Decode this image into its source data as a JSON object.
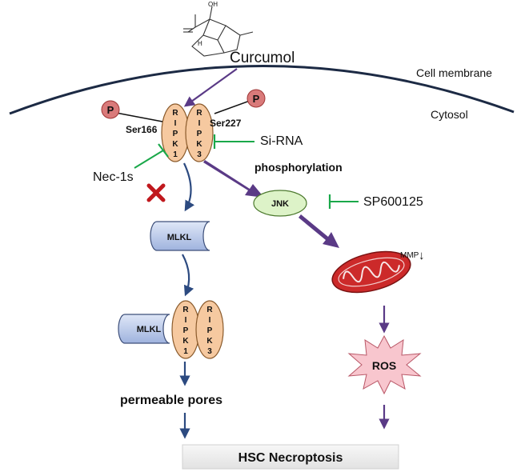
{
  "compound": {
    "name": "Curcumol",
    "structure_oh_label": "OH",
    "structure_h_label": "H"
  },
  "compartments": {
    "membrane": "Cell membrane",
    "cytosol": "Cytosol"
  },
  "ripk_complex": {
    "ripk1_letters": [
      "R",
      "I",
      "P",
      "K",
      "1"
    ],
    "ripk3_letters": [
      "R",
      "I",
      "P",
      "K",
      "3"
    ],
    "ripk1_site": "Ser166",
    "ripk3_site": "Ser227",
    "phospho_symbol": "P"
  },
  "inhibitors": {
    "nec1s": "Nec-1s",
    "sirna": "Si-RNA",
    "sp600125": "SP600125"
  },
  "phosphorylation_label": "phosphorylation",
  "jnk_label": "JNK",
  "mlkl_label": "MLKL",
  "mmp": {
    "label": "MMP",
    "arrow": "↓"
  },
  "ros_label": "ROS",
  "pores_label": "permeable pores",
  "outcome_label": "HSC Necroptosis",
  "colors": {
    "ripk_fill": "#f6c9a0",
    "ripk_stroke": "#8a5a2b",
    "mlkl_fill": "#b9c9ea",
    "jnk_fill": "#ddf3c8",
    "ros_fill": "#f8c6ce",
    "mito_fill": "#cc2a2a",
    "inhibitor": "#1aa84a",
    "arrow_purple": "#5a3a86",
    "arrow_blue": "#2c4a80",
    "block_x": "#c0181d"
  }
}
